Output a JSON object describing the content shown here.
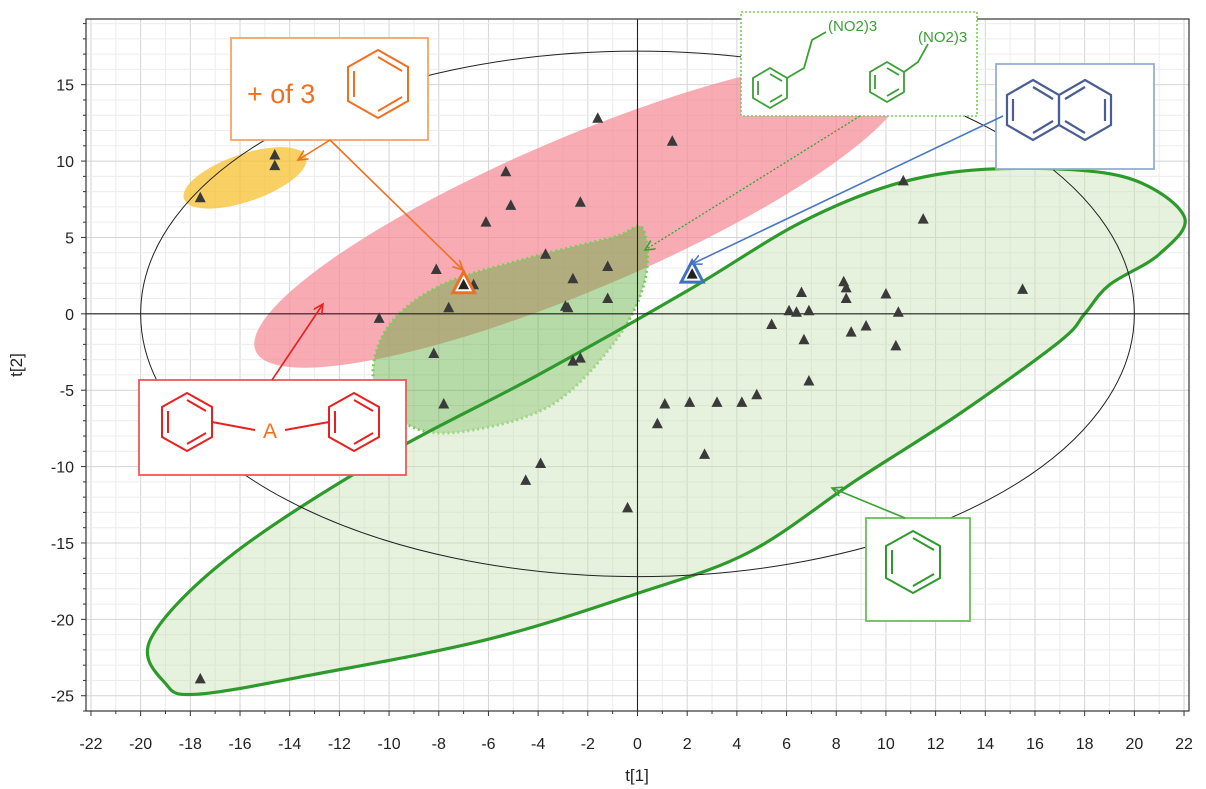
{
  "chart_data": {
    "type": "scatter",
    "title": "",
    "xlabel": "t[1]",
    "ylabel": "t[2]",
    "xlim": [
      -22.2,
      22.2
    ],
    "ylim": [
      -26,
      19.3
    ],
    "xticks": [
      -22,
      -20,
      -18,
      -16,
      -14,
      -12,
      -10,
      -8,
      -6,
      -4,
      -2,
      0,
      2,
      4,
      6,
      8,
      10,
      12,
      14,
      16,
      18,
      20,
      22
    ],
    "yticks": [
      -25,
      -20,
      -15,
      -10,
      -5,
      0,
      5,
      10,
      15
    ],
    "grid": true,
    "marker": "triangle",
    "marker_color": "#3a3a3a",
    "points": [
      {
        "x": -17.6,
        "y": 7.6
      },
      {
        "x": -14.6,
        "y": 10.4
      },
      {
        "x": -14.6,
        "y": 9.7
      },
      {
        "x": -10.4,
        "y": -0.3
      },
      {
        "x": -8.1,
        "y": 2.9
      },
      {
        "x": -7.6,
        "y": 0.4
      },
      {
        "x": -6.6,
        "y": 1.9
      },
      {
        "x": -6.1,
        "y": 6.0
      },
      {
        "x": -5.3,
        "y": 9.3
      },
      {
        "x": -5.1,
        "y": 7.1
      },
      {
        "x": -3.7,
        "y": 3.9
      },
      {
        "x": -2.3,
        "y": 7.3
      },
      {
        "x": -1.6,
        "y": 12.8
      },
      {
        "x": 1.4,
        "y": 11.3
      },
      {
        "x": -8.2,
        "y": -2.6
      },
      {
        "x": -7.8,
        "y": -5.9
      },
      {
        "x": -2.9,
        "y": 0.5
      },
      {
        "x": -2.8,
        "y": 0.4
      },
      {
        "x": -2.6,
        "y": 2.3
      },
      {
        "x": -2.6,
        "y": -3.1
      },
      {
        "x": -2.3,
        "y": -2.9
      },
      {
        "x": -1.2,
        "y": 3.1
      },
      {
        "x": -1.2,
        "y": 1.0
      },
      {
        "x": -4.5,
        "y": -10.9
      },
      {
        "x": -3.9,
        "y": -9.8
      },
      {
        "x": -0.4,
        "y": -12.7
      },
      {
        "x": 0.8,
        "y": -7.2
      },
      {
        "x": 1.1,
        "y": -5.9
      },
      {
        "x": 2.1,
        "y": -5.8
      },
      {
        "x": 2.7,
        "y": -9.2
      },
      {
        "x": 3.2,
        "y": -5.8
      },
      {
        "x": 4.2,
        "y": -5.8
      },
      {
        "x": 4.8,
        "y": -5.3
      },
      {
        "x": 5.4,
        "y": -0.7
      },
      {
        "x": 6.1,
        "y": 0.2
      },
      {
        "x": 6.4,
        "y": 0.1
      },
      {
        "x": 6.6,
        "y": 1.4
      },
      {
        "x": 6.7,
        "y": -1.7
      },
      {
        "x": 6.9,
        "y": -4.4
      },
      {
        "x": 6.9,
        "y": 0.2
      },
      {
        "x": 8.3,
        "y": 2.1
      },
      {
        "x": 8.4,
        "y": 1.7
      },
      {
        "x": 8.4,
        "y": 1.0
      },
      {
        "x": 8.6,
        "y": -1.2
      },
      {
        "x": 9.2,
        "y": -0.8
      },
      {
        "x": 10.0,
        "y": 1.3
      },
      {
        "x": 10.4,
        "y": -2.1
      },
      {
        "x": 10.5,
        "y": 0.1
      },
      {
        "x": 10.7,
        "y": 8.7
      },
      {
        "x": 11.5,
        "y": 6.2
      },
      {
        "x": 15.5,
        "y": 1.6
      },
      {
        "x": -17.6,
        "y": -23.9
      }
    ],
    "highlighted_points": [
      {
        "x": -7.0,
        "y": 1.9,
        "color": "#f07020"
      },
      {
        "x": 2.2,
        "y": 2.6,
        "color": "#4070c0"
      }
    ],
    "hotelling_ellipse": {
      "cx": 0,
      "cy": 0,
      "rx": 20.0,
      "ry": 17.2
    },
    "groups": [
      {
        "color": "#f7c030",
        "opacity": 0.75,
        "outline": "none",
        "ellipse": {
          "cx": -15.8,
          "cy": 8.9,
          "rx": 2.6,
          "ry": 1.55,
          "angle": 19
        }
      },
      {
        "color": "#f58a95",
        "opacity": 0.72,
        "outline": "none",
        "ellipse": {
          "cx": -2.3,
          "cy": 6.6,
          "rx": 14.2,
          "ry": 5.0,
          "angle": 23
        }
      },
      {
        "color": "#5db040",
        "opacity": 0.45,
        "outline": "#7acb5a",
        "outline_style": "dotted",
        "path": [
          [
            0.2,
            5.6
          ],
          [
            -1.0,
            5.0
          ],
          [
            -4.5,
            3.6
          ],
          [
            -8.0,
            1.8
          ],
          [
            -10.1,
            -1.0
          ],
          [
            -10.6,
            -4.6
          ],
          [
            -9.2,
            -7.3
          ],
          [
            -7.0,
            -7.7
          ],
          [
            -3.5,
            -6.0
          ],
          [
            -0.9,
            -1.8
          ],
          [
            0.3,
            2.2
          ]
        ]
      },
      {
        "color": "#c8e3b4",
        "opacity": 0.45,
        "outline": "#2e9a2c",
        "outline_style": "solid",
        "path": [
          [
            -17.7,
            -24.9
          ],
          [
            -13.0,
            -23.6
          ],
          [
            -6.0,
            -21.3
          ],
          [
            0.0,
            -18.3
          ],
          [
            4.5,
            -15.6
          ],
          [
            8.8,
            -10.9
          ],
          [
            13.0,
            -6.5
          ],
          [
            17.0,
            -1.8
          ],
          [
            18.0,
            0.0
          ],
          [
            19.0,
            1.9
          ],
          [
            21.0,
            3.9
          ],
          [
            22.0,
            6.4
          ],
          [
            19.5,
            9.0
          ],
          [
            14.6,
            9.5
          ],
          [
            10.6,
            8.6
          ],
          [
            6.6,
            6.0
          ],
          [
            2.0,
            1.5
          ],
          [
            -4.0,
            -4.0
          ],
          [
            -10.5,
            -9.6
          ],
          [
            -16.5,
            -16.0
          ],
          [
            -19.6,
            -21.3
          ],
          [
            -19.0,
            -24.2
          ]
        ]
      }
    ],
    "annotations": [
      {
        "kind": "label",
        "text": "+ of 3",
        "color": "#f07020"
      },
      {
        "kind": "label",
        "text": "A",
        "color": "#f07020"
      },
      {
        "kind": "label",
        "text": "(NO2)3",
        "color": "#3aa035"
      },
      {
        "kind": "label",
        "text": "(NO2)3",
        "color": "#3aa035"
      }
    ]
  }
}
